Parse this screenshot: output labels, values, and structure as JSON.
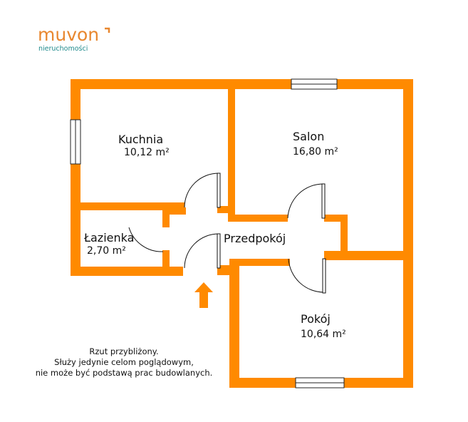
{
  "logo": {
    "brand": "muvon",
    "tagline": "nieruchomości"
  },
  "rooms": {
    "kitchen": {
      "name": "Kuchnia",
      "area": "10,12 m²"
    },
    "living": {
      "name": "Salon",
      "area": "16,80 m²"
    },
    "bathroom": {
      "name": "Łazienka",
      "area": "2,70 m²"
    },
    "hall": {
      "name": "Przedpokój"
    },
    "bedroom": {
      "name": "Pokój",
      "area": "10,64 m²"
    }
  },
  "note": {
    "line1": "Rzut przybliżony.",
    "line2": "Służy jedynie celom poglądowym,",
    "line3": "nie może być podstawą prac budowlanych."
  },
  "colors": {
    "wall": "#ff8a00",
    "brand": "#e8872f",
    "tagline": "#1f8a8c"
  },
  "icons": {
    "entrance": "entrance-arrow-icon"
  }
}
